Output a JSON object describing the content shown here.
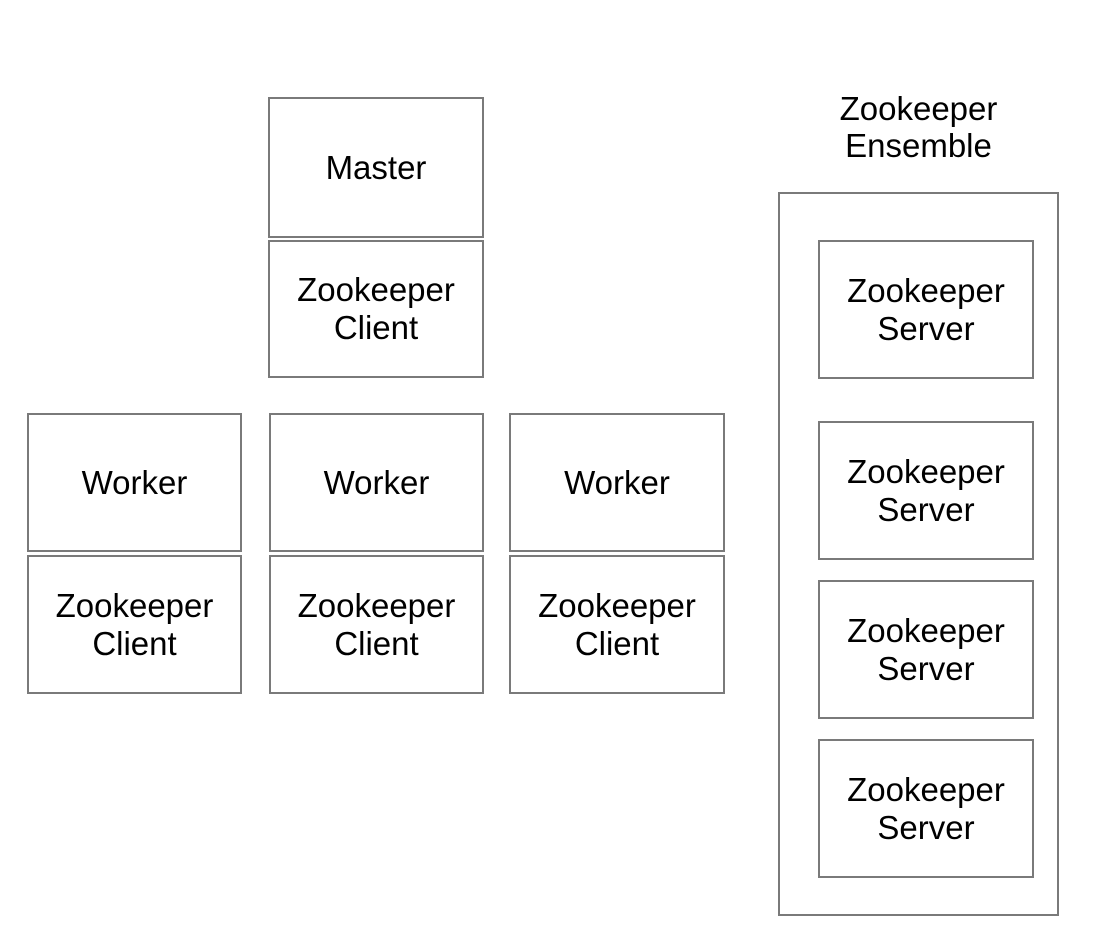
{
  "colors": {
    "border": "#7a7a7a",
    "background": "#ffffff",
    "text": "#000000"
  },
  "master_group": {
    "master": "Master",
    "client": "Zookeeper Client"
  },
  "workers": [
    {
      "name": "Worker",
      "client": "Zookeeper Client"
    },
    {
      "name": "Worker",
      "client": "Zookeeper Client"
    },
    {
      "name": "Worker",
      "client": "Zookeeper Client"
    }
  ],
  "ensemble": {
    "title": "Zookeeper Ensemble",
    "servers": [
      "Zookeeper Server",
      "Zookeeper Server",
      "Zookeeper Server",
      "Zookeeper Server"
    ]
  }
}
